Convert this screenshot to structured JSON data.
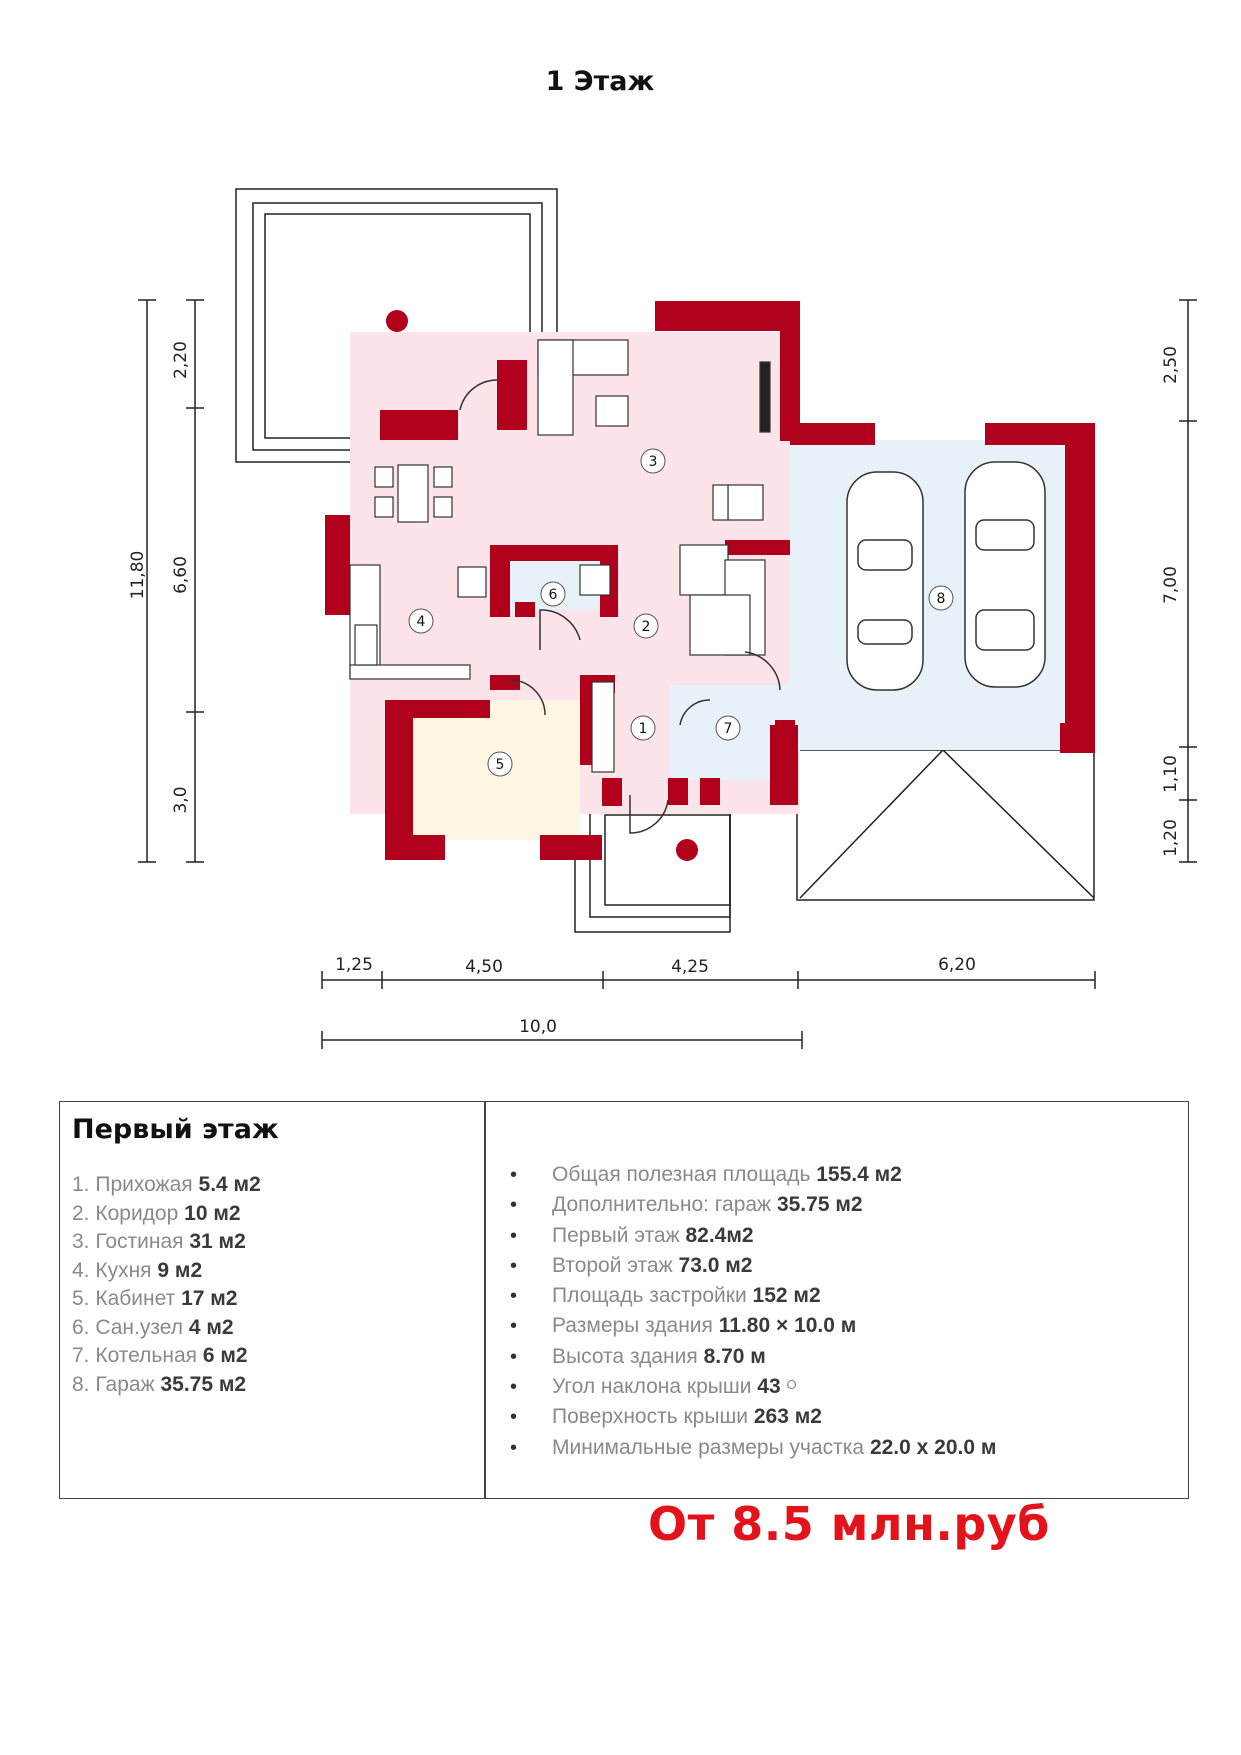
{
  "title": "1 Этаж",
  "dimensions": {
    "vertical_left_total": "11,80",
    "vertical_left_segments": [
      "2,20",
      "6,60",
      "3,0"
    ],
    "vertical_right_segments": [
      "2,50",
      "7,00",
      "1,10",
      "1,20"
    ],
    "horizontal_segments": [
      "1,25",
      "4,50",
      "4,25",
      "6,20"
    ],
    "horizontal_total": "10,0"
  },
  "room_markers": [
    "1",
    "2",
    "3",
    "4",
    "5",
    "6",
    "7",
    "8"
  ],
  "colors": {
    "wall": "#b0001c",
    "living_zone": "#fde3ea",
    "office_zone": "#fcf6e3",
    "service_zone": "#e6f2f8",
    "price": "#e3131b"
  },
  "info": {
    "heading": "Первый этаж",
    "rooms": [
      {
        "name": "1. Прихожая",
        "area": "5.4 м2"
      },
      {
        "name": "2. Коридор",
        "area": "10 м2"
      },
      {
        "name": "3. Гостиная",
        "area": "31 м2"
      },
      {
        "name": "4. Кухня",
        "area": "9 м2"
      },
      {
        "name": "5. Кабинет",
        "area": "17 м2"
      },
      {
        "name": "6. Сан.узел",
        "area": "4 м2"
      },
      {
        "name": "7. Котельная",
        "area": "6 м2"
      },
      {
        "name": "8. Гараж",
        "area": "35.75 м2"
      }
    ],
    "specs": [
      {
        "label": "Общая полезная площадь",
        "value": "155.4 м2"
      },
      {
        "label": "Дополнительно: гараж",
        "value": "35.75 м2"
      },
      {
        "label": "Первый этаж",
        "value": "82.4м2"
      },
      {
        "label": "Второй этаж",
        "value": "73.0 м2"
      },
      {
        "label": "Площадь застройки",
        "value": "152 м2"
      },
      {
        "label": "Размеры здания",
        "value": "11.80 × 10.0 м"
      },
      {
        "label": "Высота здания",
        "value": "8.70 м"
      },
      {
        "label": "Угол наклона крыши",
        "value": "43",
        "suffix": "О"
      },
      {
        "label": "Поверхность крыши",
        "value": "263 м2"
      },
      {
        "label": "Минимальные размеры участка",
        "value": "22.0 х 20.0 м"
      }
    ],
    "price": "От 8.5 млн.руб"
  }
}
